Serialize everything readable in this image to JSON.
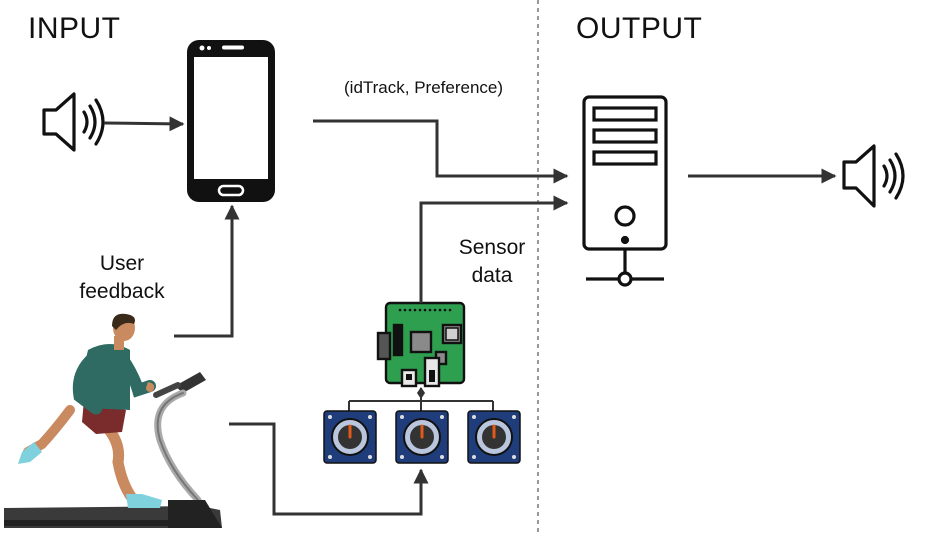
{
  "headings": {
    "input": "INPUT",
    "output": "OUTPUT"
  },
  "labels": {
    "track_preference": "(idTrack, Preference)",
    "user_feedback_line1": "User",
    "user_feedback_line2": "feedback",
    "sensor_data_line1": "Sensor",
    "sensor_data_line2": "data"
  },
  "icons": {
    "input_speaker": "speaker-icon",
    "output_speaker": "speaker-icon",
    "phone": "smartphone-icon",
    "server": "server-icon",
    "board": "microcontroller-board-icon",
    "sensors": [
      "sensor-icon",
      "sensor-icon",
      "sensor-icon"
    ],
    "runner": "runner-on-treadmill-icon"
  },
  "colors": {
    "line": "#333333",
    "board_green": "#2e9e4f",
    "sensor_blue": "#1f3d7a",
    "needle": "#e05a1a",
    "shirt": "#2f6b63",
    "shorts": "#7a2b2b",
    "shoes": "#7fd1dd",
    "skin": "#c98a60",
    "treadmill": "#3a3a3a"
  }
}
